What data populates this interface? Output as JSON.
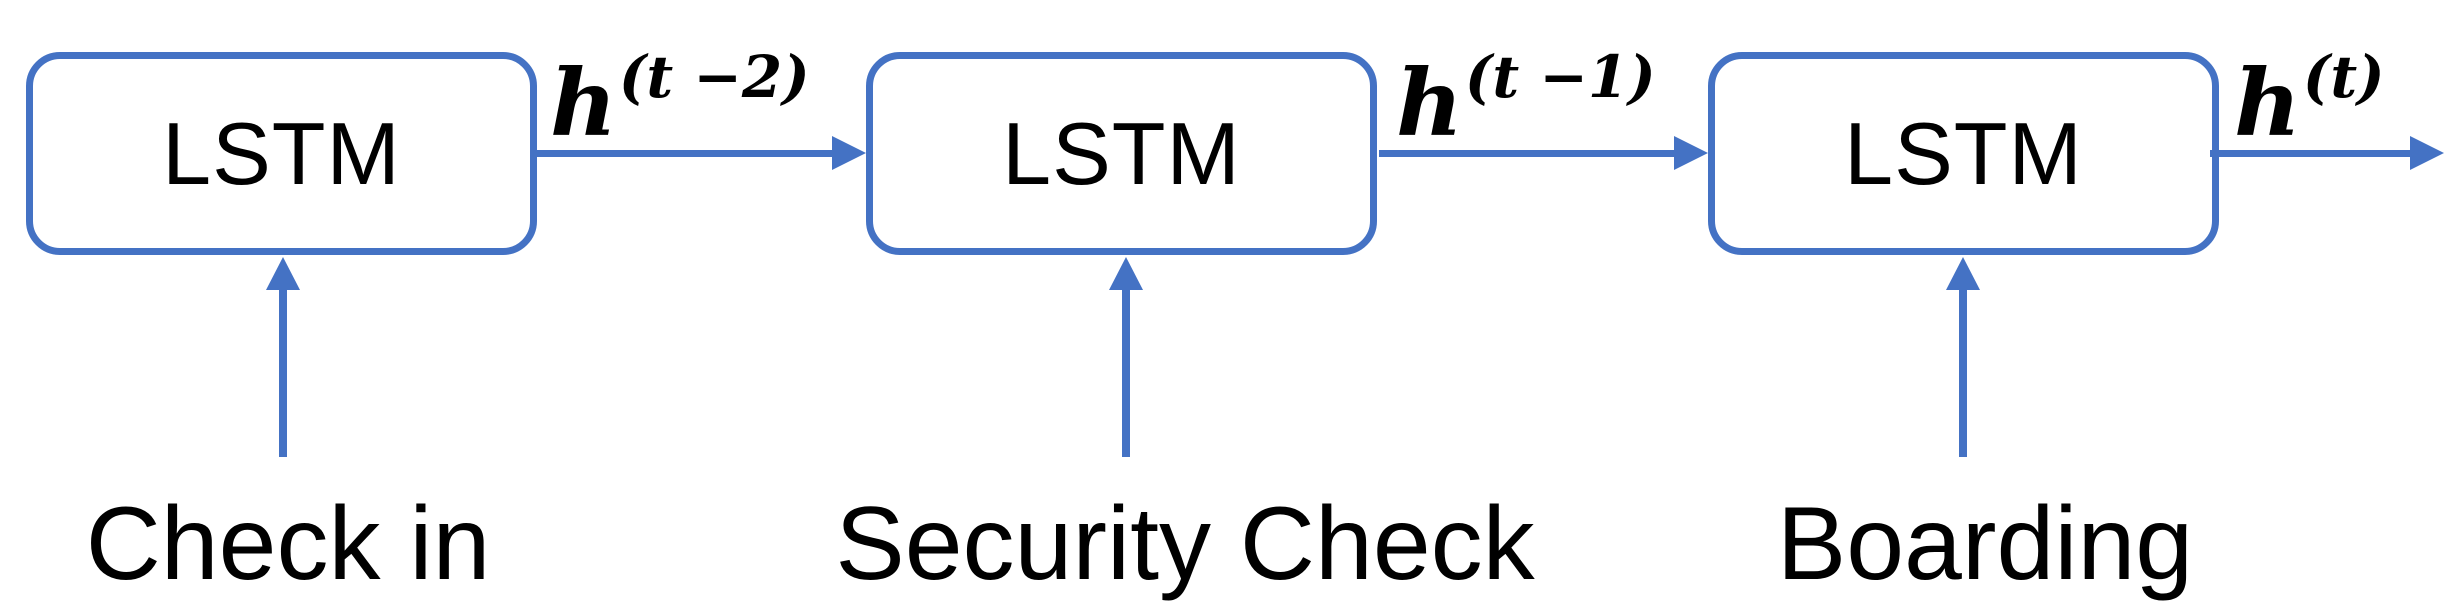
{
  "diagram": {
    "description": "LSTM recurrent sequence diagram with three time steps",
    "colors": {
      "accent_blue": "#4472C4",
      "text_black": "#000000"
    },
    "cells": [
      {
        "box_label": "LSTM",
        "input_label": "Check in",
        "hidden_state_base": "h",
        "hidden_state_sup": "(t −2)"
      },
      {
        "box_label": "LSTM",
        "input_label": "Security Check",
        "hidden_state_base": "h",
        "hidden_state_sup": "(t −1)"
      },
      {
        "box_label": "LSTM",
        "input_label": "Boarding",
        "hidden_state_base": "h",
        "hidden_state_sup": "(t)"
      }
    ]
  }
}
